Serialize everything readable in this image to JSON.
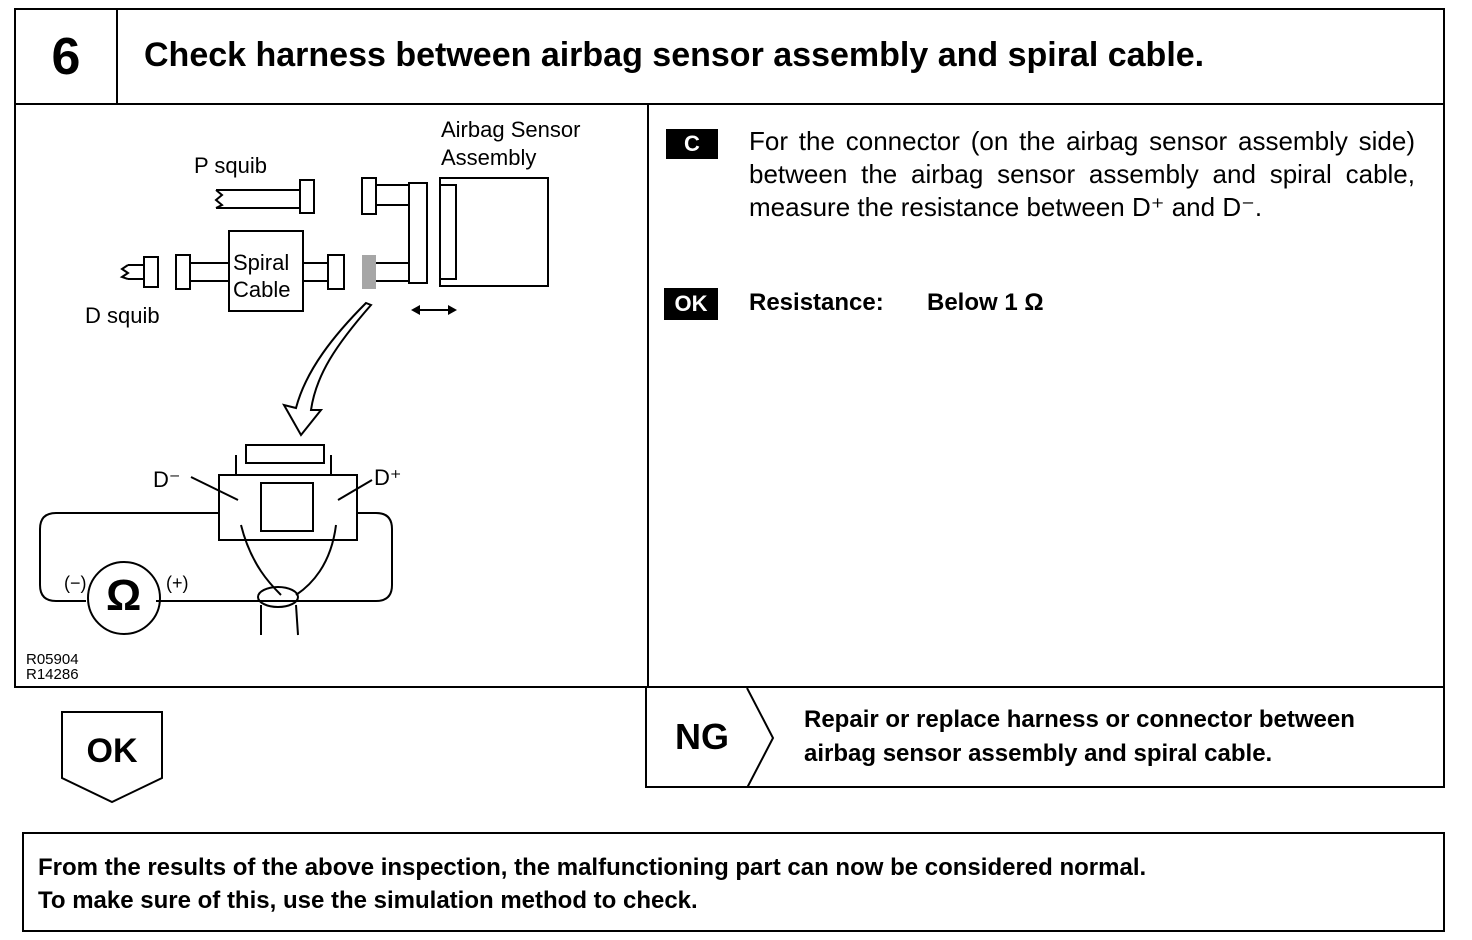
{
  "step": {
    "number": "6",
    "title": "Check harness between airbag sensor assembly and spiral cable."
  },
  "diagram": {
    "label_airbag_sensor_line1": "Airbag Sensor",
    "label_airbag_sensor_line2": "Assembly",
    "label_p_squib": "P squib",
    "label_d_squib": "D squib",
    "label_spiral_line1": "Spiral",
    "label_spiral_line2": "Cable",
    "label_d_minus": "D⁻",
    "label_d_plus": "D⁺",
    "label_ohm": "Ω",
    "label_neg": "(−)",
    "label_pos": "(+)",
    "ref_code_1": "R05904",
    "ref_code_2": "R14286"
  },
  "instruction": {
    "badge_c": "C",
    "text": "For the connector (on the airbag sensor assembly side) between the airbag sensor assembly and spiral cable, measure the resistance between D⁺ and D⁻.",
    "badge_ok": "OK",
    "resistance_label": "Resistance:",
    "resistance_value": "Below 1 Ω"
  },
  "result_ok": {
    "label": "OK"
  },
  "result_ng": {
    "label": "NG",
    "text_line1": "Repair or replace harness or connector between",
    "text_line2": "airbag sensor assembly and spiral cable."
  },
  "summary": {
    "line1": "From the results of the above inspection, the malfunctioning part can now be considered normal.",
    "line2": "To make sure of this, use the simulation method to check."
  }
}
